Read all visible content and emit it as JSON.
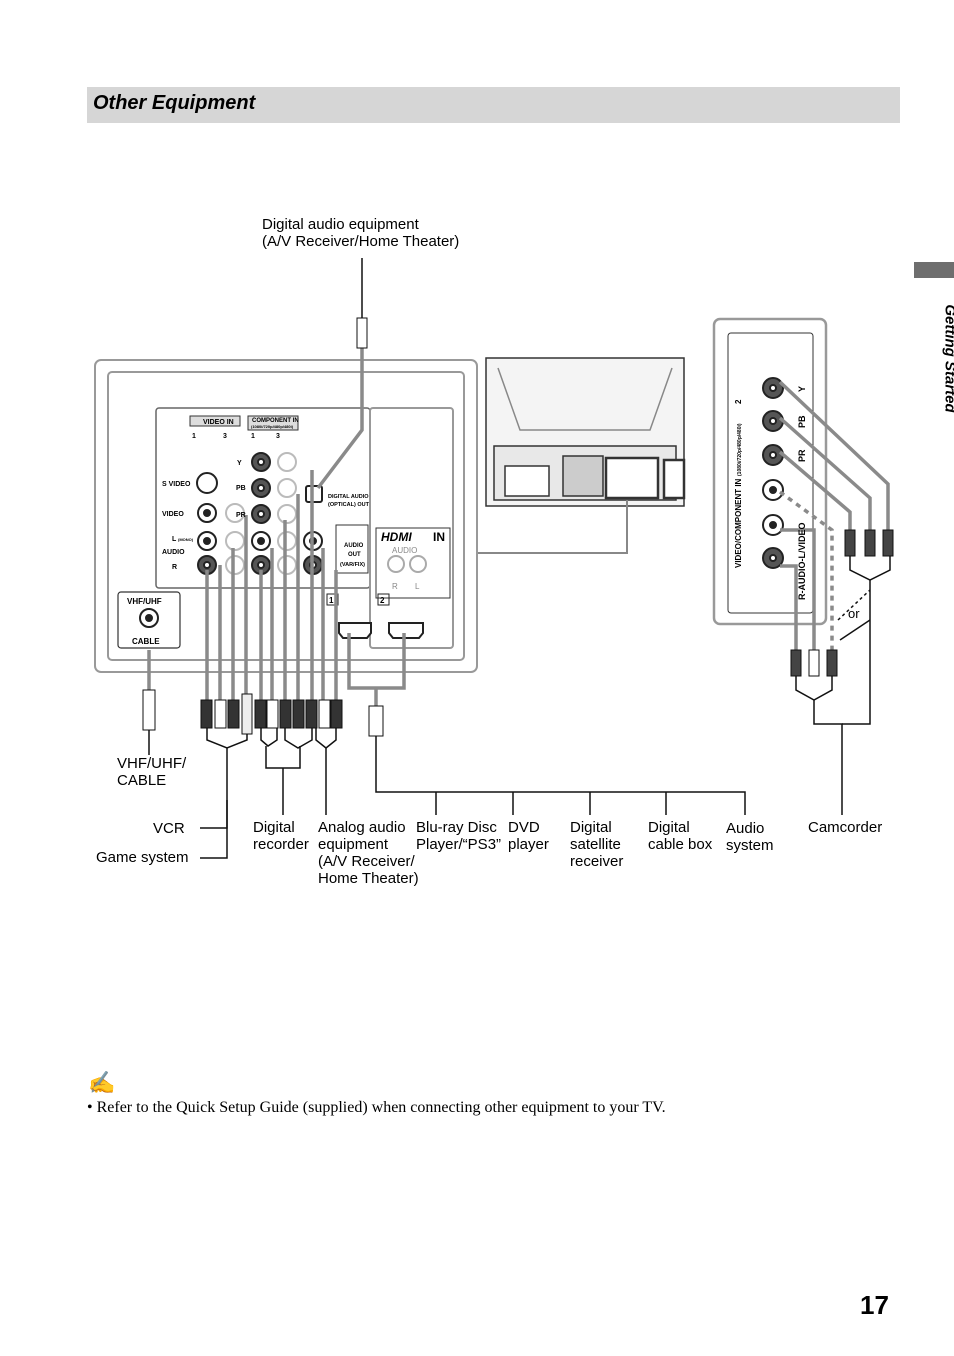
{
  "header": {
    "title": "Other Equipment"
  },
  "side_tab": {
    "label": "Getting Started"
  },
  "panel": {
    "video_in": "VIDEO IN",
    "video_in_1": "1",
    "video_in_3": "3",
    "component_in": "COMPONENT IN",
    "component_in_sub": "(1080i/720p/480p/480i)",
    "component_1": "1",
    "component_3": "3",
    "s_video": "S VIDEO",
    "video": "VIDEO",
    "l_mono": "L",
    "mono": "(MONO)",
    "audio": "AUDIO",
    "r": "R",
    "y": "Y",
    "pb": "PB",
    "pr": "PR",
    "digital_audio": "DIGITAL AUDIO",
    "optical_out": "(OPTICAL) OUT",
    "audio_out": "AUDIO",
    "out": "OUT",
    "var_fix": "(VAR/FIX)",
    "hdmi_in": "IN",
    "hdmi_logo": "HDMI",
    "hdmi_audio": "AUDIO",
    "hdmi_r": "R",
    "hdmi_l": "L",
    "hdmi_1": "1",
    "hdmi_2": "2",
    "vhf_uhf": "VHF/UHF",
    "cable": "CABLE",
    "side_panel_label": "VIDEO/COMPONENT IN",
    "side_panel_sub": "(1080i/720p/480p/480i)",
    "side_panel_num": "2",
    "side_y": "Y",
    "side_pb": "PB",
    "side_pr": "PR",
    "side_audio": "R-AUDIO-L/VIDEO"
  },
  "labels": {
    "digital_audio_equipment": "Digital audio equipment\n(A/V Receiver/Home Theater)",
    "vhf_uhf_cable": "VHF/UHF/\nCABLE",
    "vcr": "VCR",
    "game_system": "Game system",
    "digital_recorder": "Digital\nrecorder",
    "analog_audio": "Analog audio\nequipment\n(A/V Receiver/\nHome Theater)",
    "bluray": "Blu-ray Disc\nPlayer/“PS3”",
    "dvd": "DVD\nplayer",
    "satellite": "Digital\nsatellite\nreceiver",
    "cable_box": "Digital\ncable box",
    "audio_system": "Audio\nsystem",
    "camcorder": "Camcorder",
    "or": "or"
  },
  "note": {
    "icon": "✍",
    "text": "• Refer to the Quick Setup Guide (supplied) when connecting other equipment to your TV."
  },
  "page_number": "17"
}
